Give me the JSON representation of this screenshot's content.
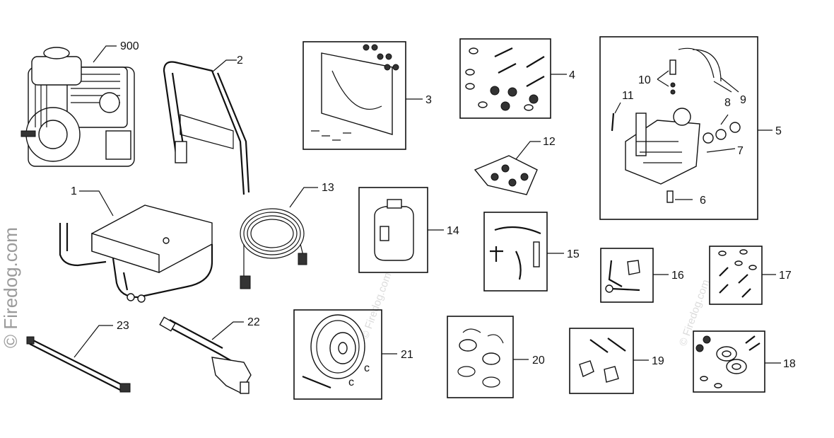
{
  "watermark": "© Firedog.com",
  "callouts": {
    "p900": "900",
    "p1": "1",
    "p2": "2",
    "p3": "3",
    "p4": "4",
    "p5": "5",
    "p6": "6",
    "p7": "7",
    "p8": "8",
    "p9": "9",
    "p10": "10",
    "p11": "11",
    "p12": "12",
    "p13": "13",
    "p14": "14",
    "p15": "15",
    "p16": "16",
    "p17": "17",
    "p18": "18",
    "p19": "19",
    "p20": "20",
    "p21": "21",
    "p22": "22",
    "p23": "23"
  }
}
